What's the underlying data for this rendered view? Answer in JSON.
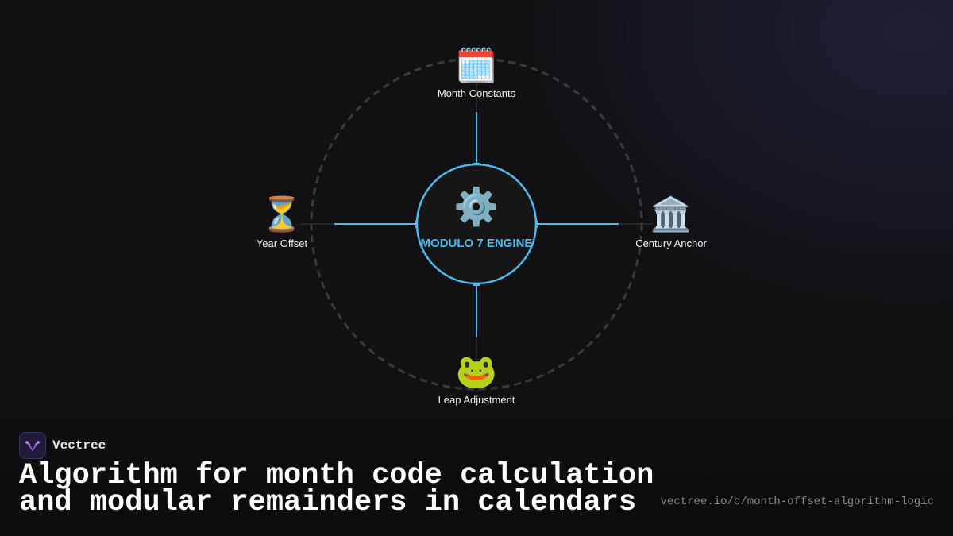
{
  "diagram": {
    "center": {
      "icon": "gear-icon",
      "glyph": "⚙️",
      "label": "MODULO 7 ENGINE"
    },
    "nodes": {
      "top": {
        "icon": "calendar-icon",
        "glyph": "🗓️",
        "label": "Month Constants"
      },
      "left": {
        "icon": "hourglass-icon",
        "glyph": "⏳",
        "label": "Year Offset"
      },
      "right": {
        "icon": "classical-building-icon",
        "glyph": "🏛️",
        "label": "Century Anchor"
      },
      "bottom": {
        "icon": "frog-icon",
        "glyph": "🐸",
        "label": "Leap Adjustment"
      }
    },
    "colors": {
      "accent": "#4fb8ec",
      "ring": "#3a3a3e",
      "background": "#111114"
    }
  },
  "brand": {
    "name": "Vectree",
    "logo_icon": "vectree-logo-icon"
  },
  "headline": {
    "line1": "Algorithm for month code calculation",
    "line2": "and modular remainders in calendars"
  },
  "footer": {
    "url": "vectree.io/c/month-offset-algorithm-logic"
  }
}
